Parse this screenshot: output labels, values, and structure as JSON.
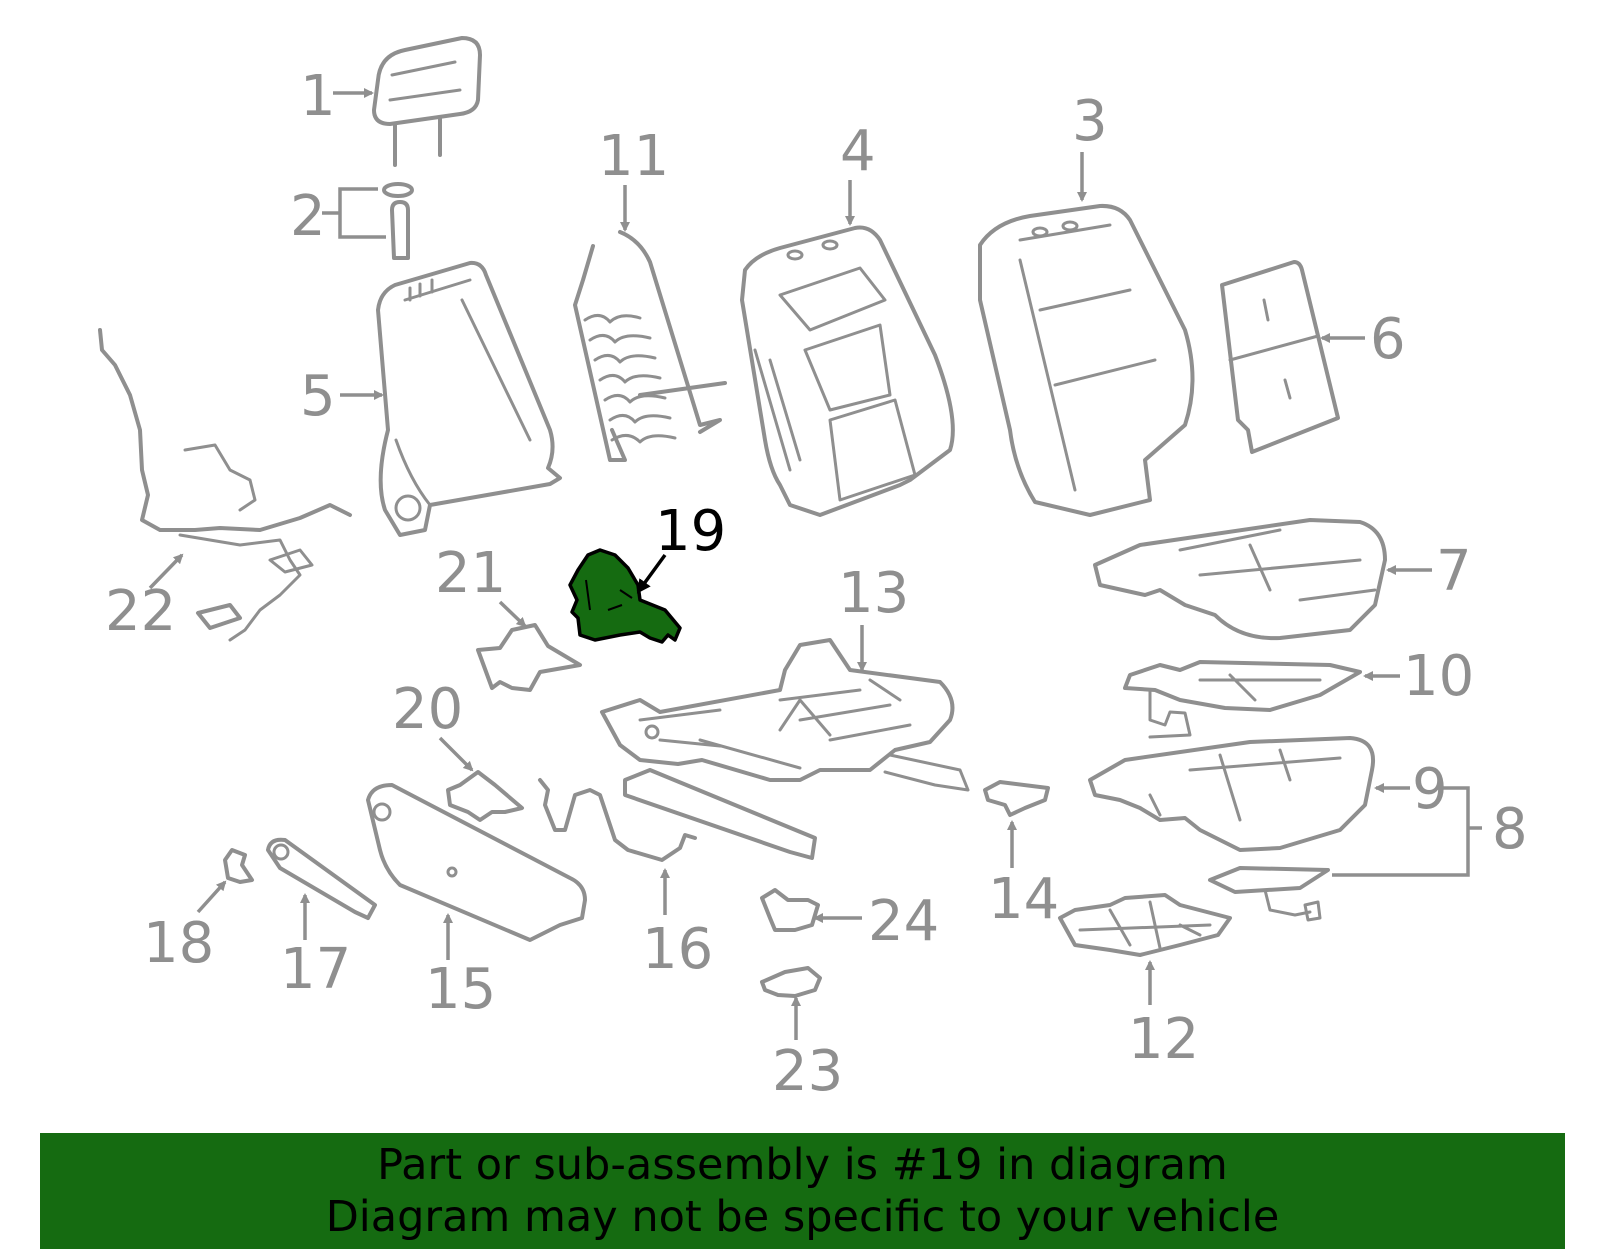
{
  "diagram": {
    "highlight_color": "#156b11",
    "highlighted_part": "19",
    "callouts": {
      "c1": "1",
      "c2": "2",
      "c3": "3",
      "c4": "4",
      "c5": "5",
      "c6": "6",
      "c7": "7",
      "c8": "8",
      "c9": "9",
      "c10": "10",
      "c11": "11",
      "c12": "12",
      "c13": "13",
      "c14": "14",
      "c15": "15",
      "c16": "16",
      "c17": "17",
      "c18": "18",
      "c19": "19",
      "c20": "20",
      "c21": "21",
      "c22": "22",
      "c23": "23",
      "c24": "24"
    }
  },
  "banner": {
    "line1": "Part or sub-assembly is #19 in diagram",
    "line2": "Diagram may not be specific to your vehicle"
  }
}
